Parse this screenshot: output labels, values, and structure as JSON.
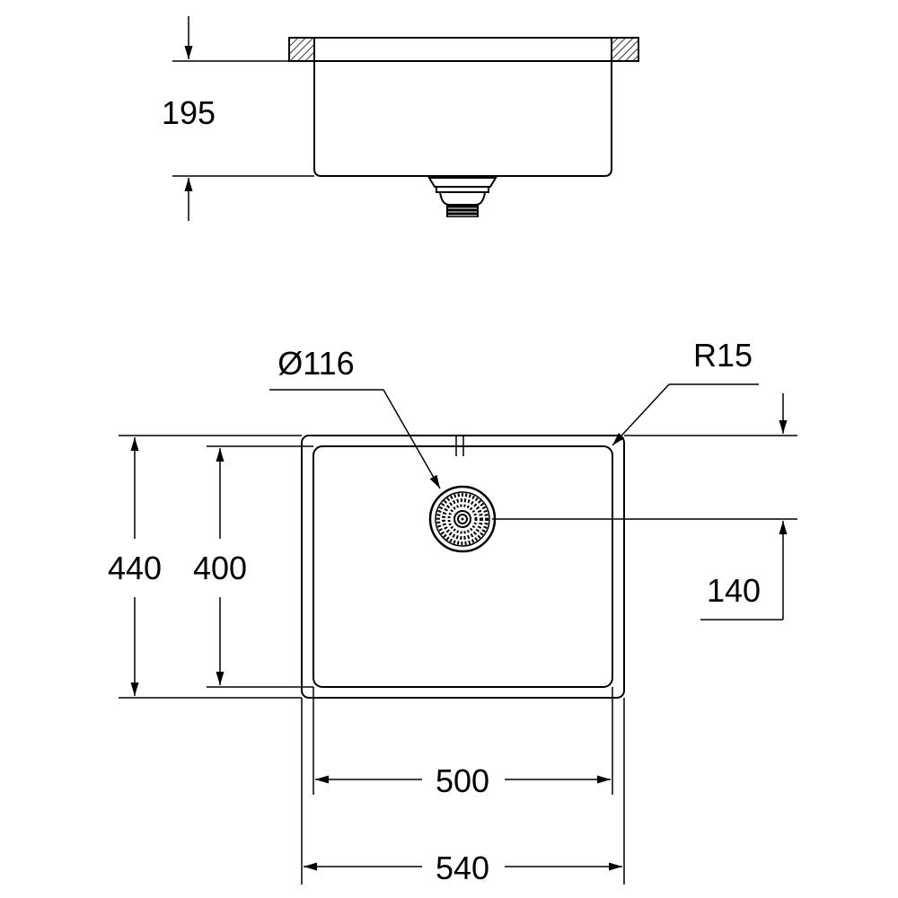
{
  "drawing": {
    "dimensions": {
      "depth": "195",
      "drain_diameter": "Ø116",
      "corner_radius": "R15",
      "outer_depth": "440",
      "inner_depth": "400",
      "drain_offset": "140",
      "inner_width": "500",
      "outer_width": "540"
    }
  }
}
